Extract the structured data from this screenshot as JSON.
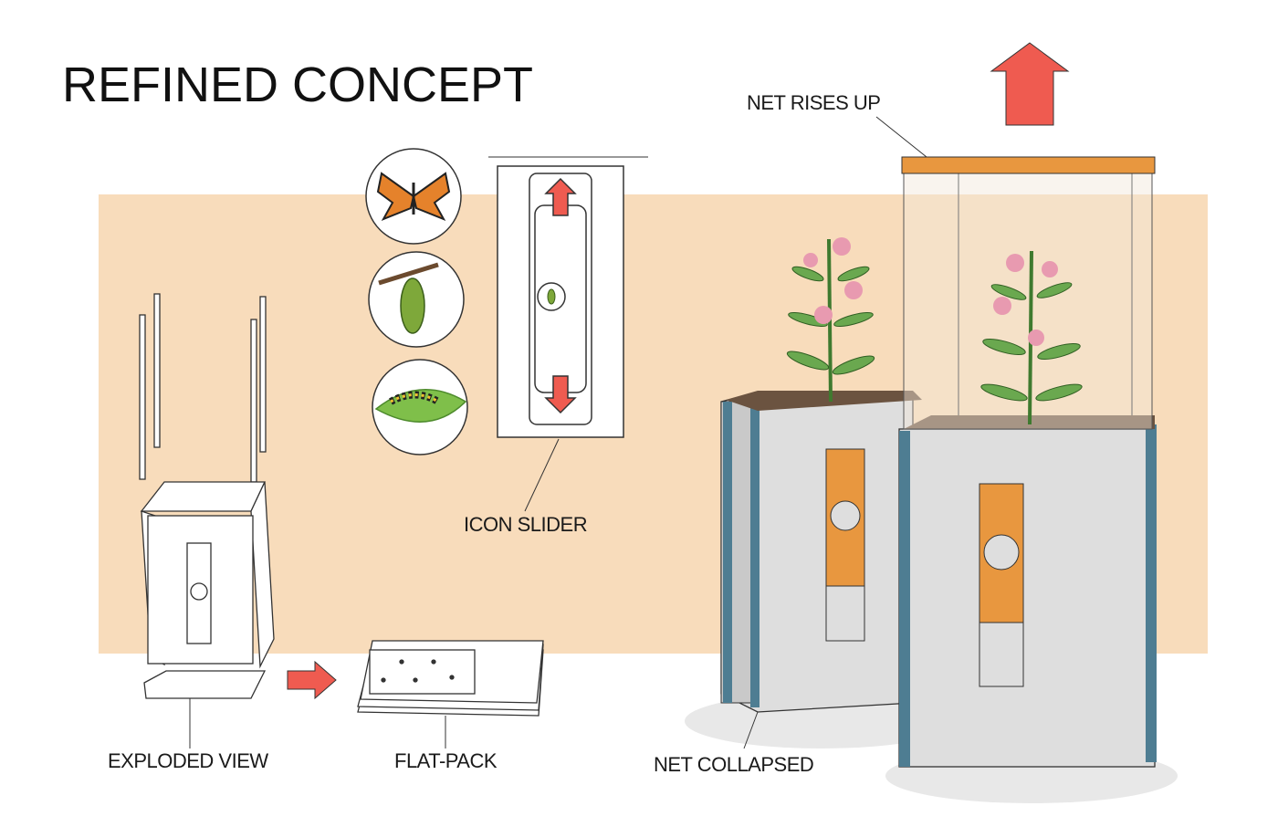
{
  "title": "REFINED CONCEPT",
  "labels": {
    "net_rises_up": "NET RISES UP",
    "icon_slider": "ICON SLIDER",
    "exploded_view": "EXPLODED VIEW",
    "flat_pack": "FLAT-PACK",
    "net_collapsed": "NET COLLAPSED"
  },
  "icons": [
    "butterfly-icon",
    "chrysalis-icon",
    "caterpillar-icon"
  ],
  "colors": {
    "band": "#f8dcbb",
    "arrow_red": "#ef5b50",
    "slider_orange": "#e8973f",
    "frame_blue": "#4e7d92",
    "box_gray": "#dedede"
  }
}
